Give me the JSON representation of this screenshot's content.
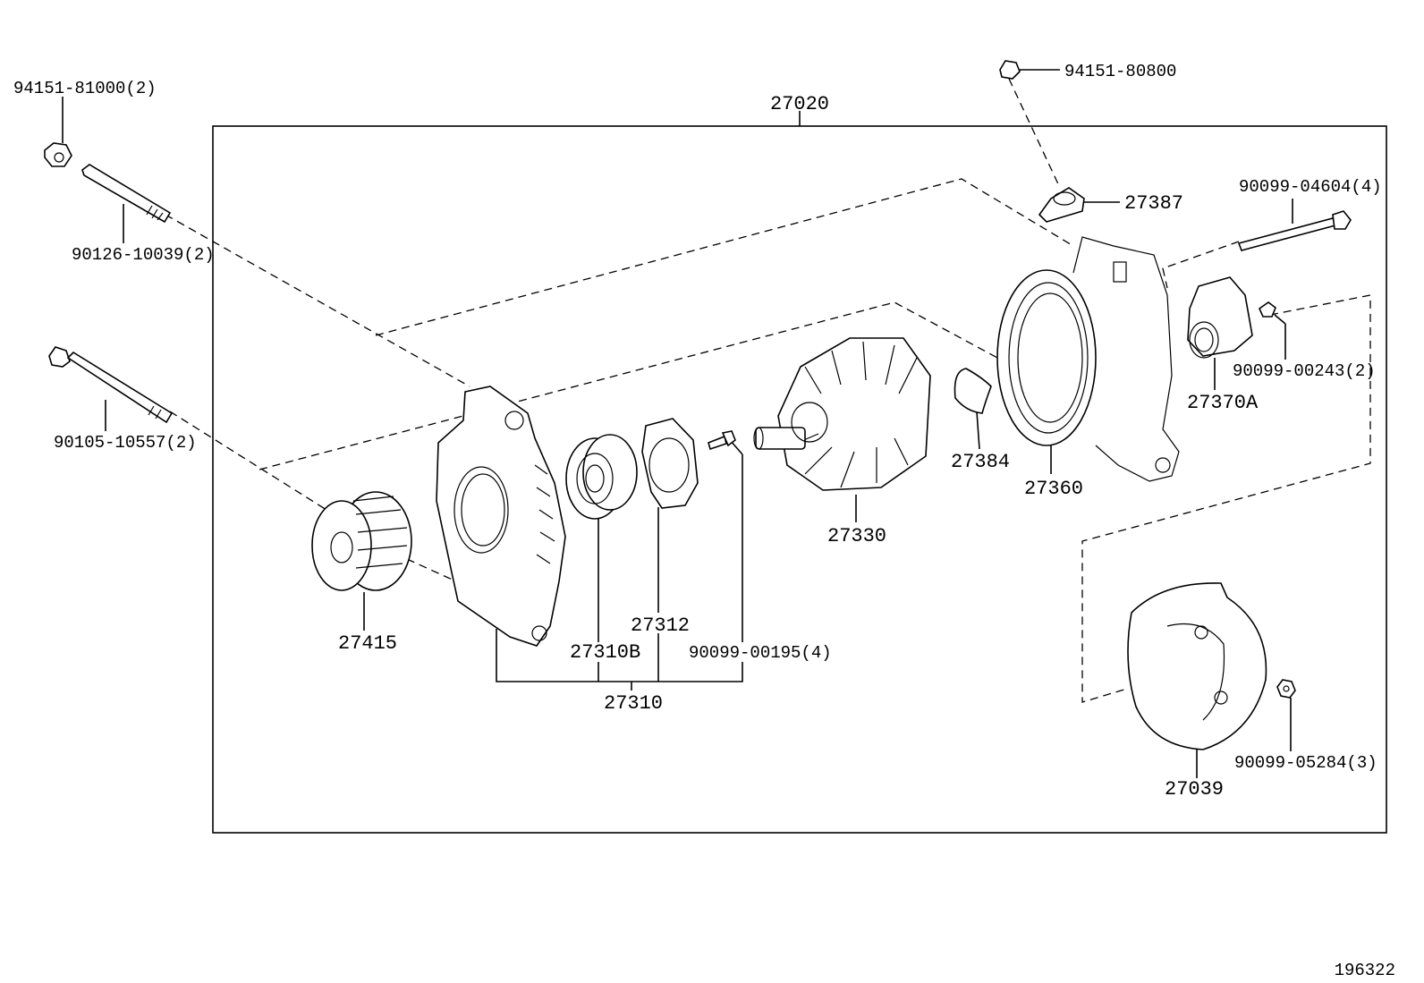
{
  "diagram_id": "196322",
  "assembly": {
    "number": "27020"
  },
  "parts": {
    "p94151_81000": "94151-81000(2)",
    "p90126_10039": "90126-10039(2)",
    "p90105_10557": "90105-10557(2)",
    "p94151_80800": "94151-80800",
    "p27387": "27387",
    "p90099_04604": "90099-04604(4)",
    "p90099_00243": "90099-00243(2)",
    "p27370A": "27370A",
    "p27384": "27384",
    "p27360": "27360",
    "p27330": "27330",
    "p27415": "27415",
    "p27312": "27312",
    "p27310B": "27310B",
    "p90099_00195": "90099-00195(4)",
    "p27310": "27310",
    "p27039": "27039",
    "p90099_05284": "90099-05284(3)"
  }
}
